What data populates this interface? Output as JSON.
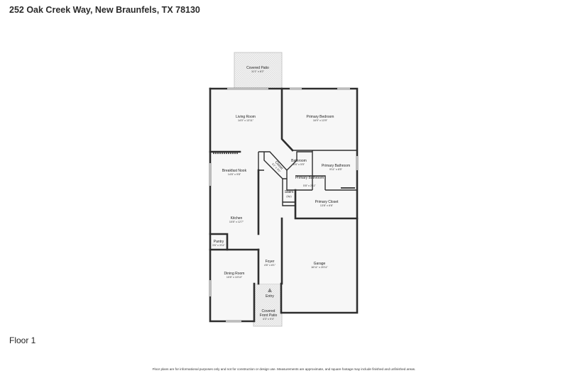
{
  "header": {
    "address": "252 Oak Creek Way, New Braunfels, TX 78130"
  },
  "floor": {
    "label": "Floor 1"
  },
  "footer": {
    "disclaimer": "Floor plans are for informational purposes only and not for construction or design use. Measurements are approximate, and square footage may include finished and unfinished areas."
  },
  "rooms": {
    "covered_patio": {
      "name": "Covered Patio",
      "dims": "11'1\" x 8'2\""
    },
    "living_room": {
      "name": "Living Room",
      "dims": "14'0\" x 13'11\""
    },
    "primary_bedroom": {
      "name": "Primary Bedroom",
      "dims": "16'9\" x 13'9\""
    },
    "breakfast_nook": {
      "name": "Breakfast Nook",
      "dims": "14'6\" x 9'8\""
    },
    "closet": {
      "name": "Closet",
      "dims": "6'1\" x 3'2\""
    },
    "bathroom": {
      "name": "Bathroom",
      "dims": "8'6\" x 5'5\""
    },
    "primary_bathroom_1": {
      "name": "Primary Bathroom",
      "dims": "9'11\" x 8'5\""
    },
    "primary_bathroom_2": {
      "name": "Primary Bathroom",
      "dims": "5'8\" x 2'11\""
    },
    "stairs": {
      "name": "Stairs",
      "sub": "(Up)"
    },
    "primary_closet": {
      "name": "Primary Closet",
      "dims": "13'8\" x 6'6\""
    },
    "kitchen": {
      "name": "Kitchen",
      "dims": "10'8\" x 12'7\""
    },
    "pantry": {
      "name": "Pantry",
      "dims": "3'6\" x 3'11\""
    },
    "foyer": {
      "name": "Foyer",
      "dims": "4'6\" x 8'1\""
    },
    "garage": {
      "name": "Garage",
      "dims": "16'11\" x 20'11\""
    },
    "dining_room": {
      "name": "Dining Room",
      "dims": "10'8\" x 10'10\""
    },
    "entry": {
      "name": "Entry"
    },
    "covered_front_patio": {
      "name": "Covered",
      "name2": "Front Patio",
      "dims": "4'3\" x 9'4\""
    }
  }
}
